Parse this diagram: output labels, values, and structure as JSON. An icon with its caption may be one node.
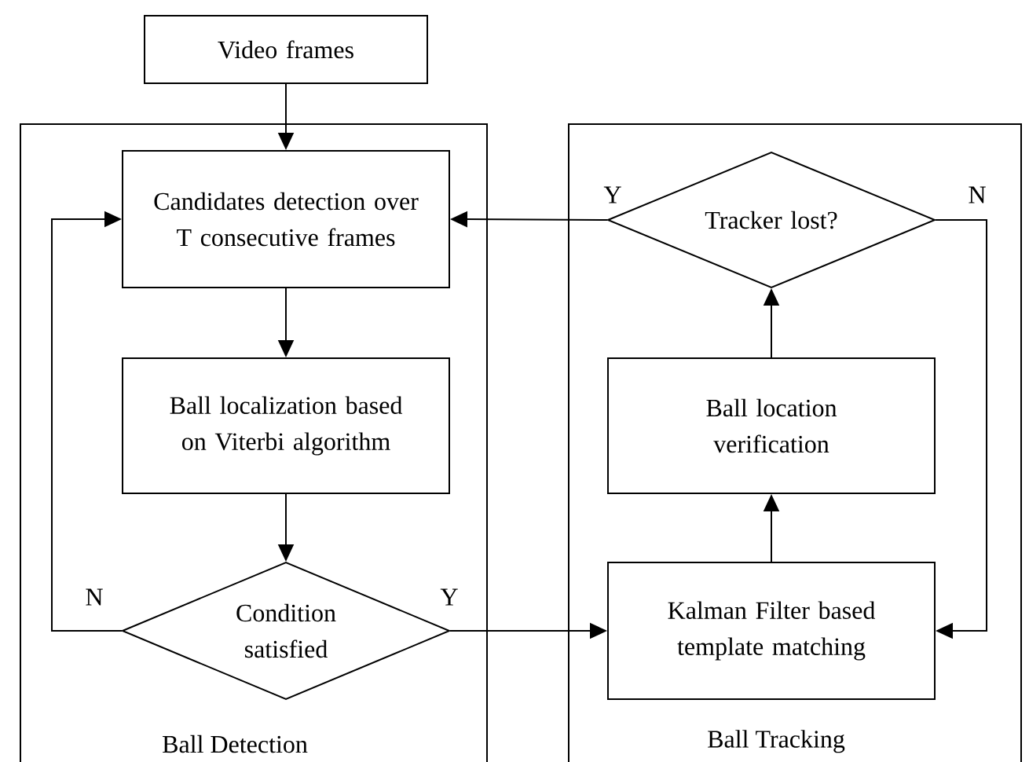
{
  "diagram": {
    "nodes": [
      {
        "text": [
          "Video frames"
        ]
      },
      {
        "text": [
          "Ball Detection"
        ]
      },
      {
        "text": [
          "Candidates detection over T consecutive frames"
        ],
        "in": 1
      },
      {
        "text": [
          "Ball localization based on Viterbi algorithm"
        ],
        "in": 1
      },
      {
        "text": [
          "Condition satisfied"
        ],
        "in": 1
      },
      {
        "text": [
          "Ball Tracking"
        ]
      },
      {
        "text": [
          "Tracker lost?"
        ],
        "in": 5
      },
      {
        "text": [
          "Ball location verification"
        ],
        "in": 5
      },
      {
        "text": [
          "Kalman Filter based template matching"
        ],
        "in": 5
      }
    ],
    "edges": [
      {
        "from": 0,
        "to": 2,
        "arrow": "to"
      },
      {
        "from": 2,
        "to": 3,
        "arrow": "to"
      },
      {
        "from": 3,
        "to": 4,
        "arrow": "to"
      },
      {
        "from": 4,
        "to": 2,
        "arrow": "to",
        "label": "N"
      },
      {
        "from": 4,
        "to": 8,
        "arrow": "to",
        "label": "Y"
      },
      {
        "from": 8,
        "to": 7,
        "arrow": "to"
      },
      {
        "from": 7,
        "to": 6,
        "arrow": "to"
      },
      {
        "from": 6,
        "to": 2,
        "arrow": "to",
        "label": "Y"
      },
      {
        "from": 6,
        "to": 8,
        "arrow": "to",
        "label": "N"
      }
    ]
  }
}
